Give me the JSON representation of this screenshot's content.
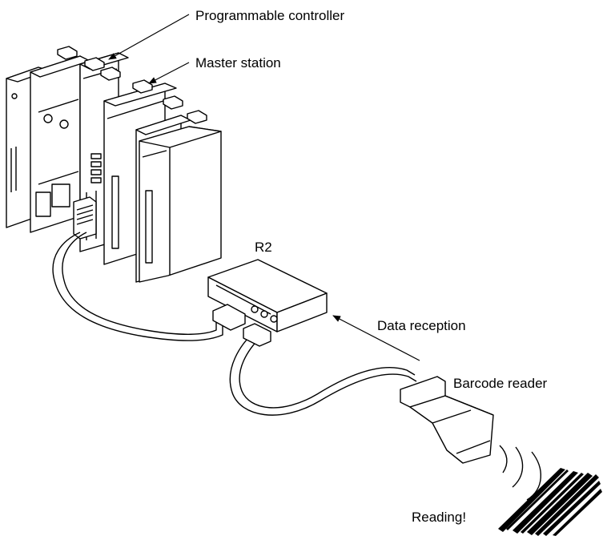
{
  "labels": {
    "programmable_controller": "Programmable controller",
    "master_station": "Master station",
    "r2": "R2",
    "data_reception": "Data reception",
    "barcode_reader": "Barcode reader",
    "reading": "Reading!"
  }
}
